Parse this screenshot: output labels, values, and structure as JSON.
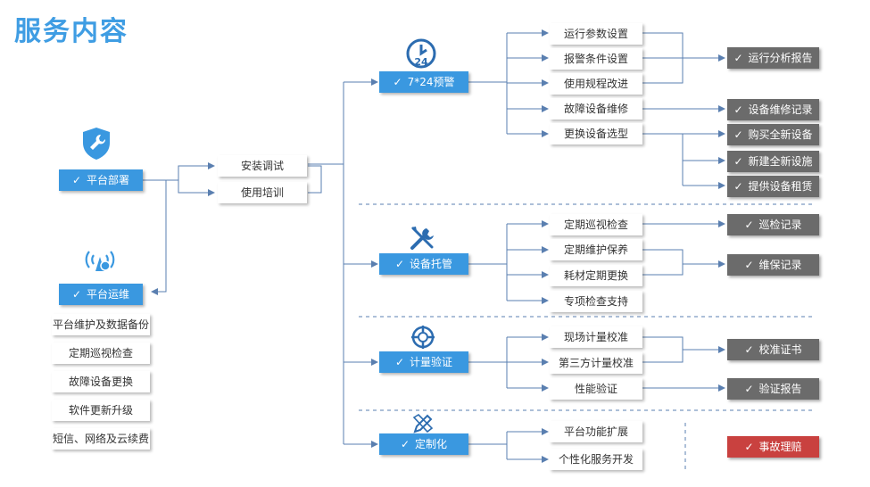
{
  "title": "服务内容",
  "check": "✓",
  "left": {
    "deploy": "平台部署",
    "ops": "平台运维",
    "ops_items": [
      "平台维护及数据备份",
      "定期巡视检查",
      "故障设备更换",
      "软件更新升级",
      "短信、网络及云续费"
    ]
  },
  "middle": [
    "安装调试",
    "使用培训"
  ],
  "categories": [
    "7*24预警",
    "设备托管",
    "计量验证",
    "定制化"
  ],
  "group1_items": [
    "运行参数设置",
    "报警条件设置",
    "使用规程改进",
    "故障设备维修",
    "更换设备选型"
  ],
  "group2_items": [
    "定期巡视检查",
    "定期维护保养",
    "耗材定期更换",
    "专项检查支持"
  ],
  "group3_items": [
    "现场计量校准",
    "第三方计量校准",
    "性能验证"
  ],
  "group4_items": [
    "平台功能扩展",
    "个性化服务开发"
  ],
  "outcomes": {
    "g1": [
      "运行分析报告",
      "设备维修记录",
      "购买全新设备",
      "新建全新设施",
      "提供设备租赁"
    ],
    "g2": [
      "巡检记录",
      "维保记录"
    ],
    "g3": [
      "校准证书",
      "验证报告"
    ],
    "incident": "事故理赔"
  },
  "colors": {
    "blue": "#3a98e0",
    "gray": "#6b6b6b",
    "red": "#c9413f",
    "title": "#3f9de3",
    "line": "#5a7fb0"
  },
  "icons": [
    "wrench-shield-icon",
    "signal-tower-icon",
    "clock-24-icon",
    "tools-icon",
    "target-icon",
    "pencil-ruler-icon"
  ]
}
